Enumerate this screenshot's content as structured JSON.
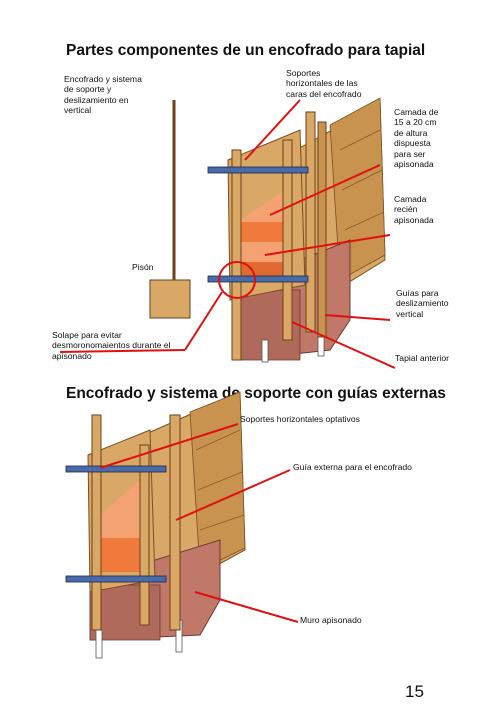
{
  "section1": {
    "title": "Partes componentes de un encofrado para tapial",
    "labels": {
      "encofrado_soporte": "Encofrado y sistema de soporte y deslizamiento en vertical",
      "soportes_horizontales": "Soportes horizontales de las caras del encofrado",
      "camada_dispuesta": "Camada de 15 a 20 cm de altura dispuesta para ser apisonada",
      "camada_apisonada": "Camada recién apisonada",
      "pison": "Pisón",
      "guias": "Guías para deslizamiento vertical",
      "solape": "Solape para evitar desmoronomaientos durante el apisonado",
      "tapial_anterior": "Tapial anterior"
    }
  },
  "section2": {
    "title": "Encofrado y sistema de soporte con guías externas",
    "labels": {
      "soportes_optativos": "Soportes horizontales optativos",
      "guia_externa": "Guía externa para el encofrado",
      "muro_apisonado": "Muro apisonado"
    }
  },
  "page_number": "15",
  "colors": {
    "wood": "#d9a766",
    "wood_dark": "#b98444",
    "clamp": "#4a6aa8",
    "earth_orange": "#f07a3c",
    "earth_light": "#f5a273",
    "wall": "#c07868",
    "leader": "#e01010"
  }
}
